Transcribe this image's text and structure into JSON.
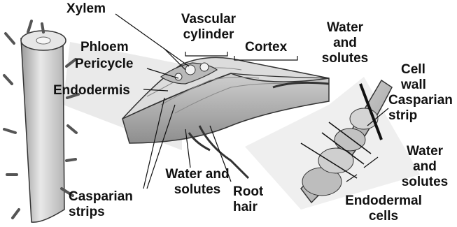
{
  "labels": {
    "xylem": "Xylem",
    "vascular_cylinder_1": "Vascular",
    "vascular_cylinder_2": "cylinder",
    "phloem": "Phloem",
    "pericycle": "Pericycle",
    "cortex": "Cortex",
    "endodermis": "Endodermis",
    "water_top_1": "Water",
    "water_top_2": "and",
    "water_top_3": "solutes",
    "cell_wall_1": "Cell",
    "cell_wall_2": "wall",
    "casparian_strip_1": "Casparian",
    "casparian_strip_2": "strip",
    "water_right_1": "Water",
    "water_right_2": "and",
    "water_right_3": "solutes",
    "water_mid_1": "Water and",
    "water_mid_2": "solutes",
    "casparian_strips_1": "Casparian",
    "casparian_strips_2": "strips",
    "root_hair_1": "Root",
    "root_hair_2": "hair",
    "endodermal_cells_1": "Endodermal",
    "endodermal_cells_2": "cells"
  }
}
